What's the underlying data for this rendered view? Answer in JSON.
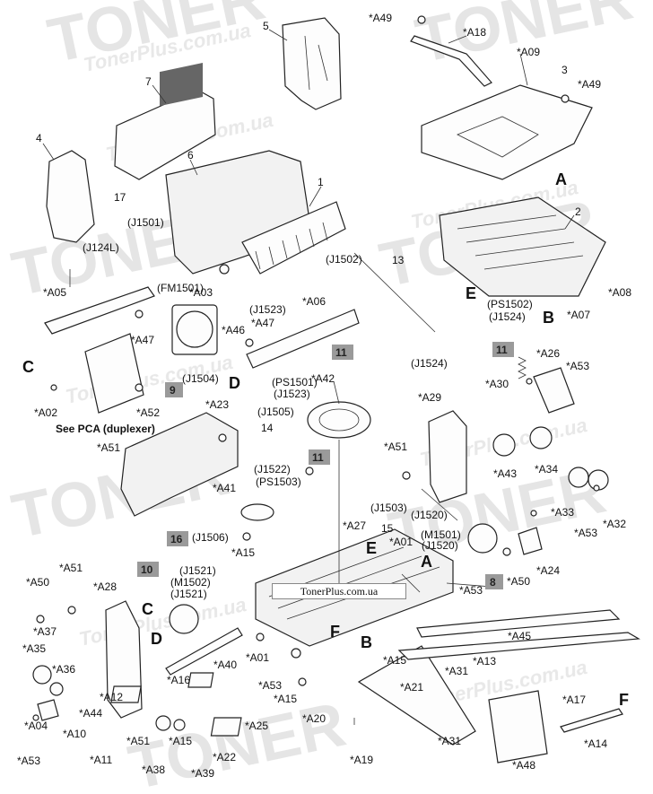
{
  "watermark": {
    "brand": "TONER",
    "site": "TonerPlus.com.ua"
  },
  "center_caption": "TonerPlus.com.ua",
  "part_labels": {
    "n1": "1",
    "n2": "2",
    "n3": "3",
    "n4": "4",
    "n5": "5",
    "n6": "6",
    "n7": "7",
    "n13": "13",
    "n14": "14",
    "n15": "15",
    "n17": "17",
    "A01a": "*A01",
    "A01b": "*A01",
    "A02": "*A02",
    "A03": "*A03",
    "A04": "*A04",
    "A05": "*A05",
    "A06": "*A06",
    "A07": "*A07",
    "A08": "*A08",
    "A09": "*A09",
    "A10": "*A10",
    "A11": "*A11",
    "A12": "*A12",
    "A13": "*A13",
    "A14": "*A14",
    "A15a": "*A15",
    "A15b": "*A15",
    "A15c": "*A15",
    "A15d": "*A15",
    "A16": "*A16",
    "A17": "*A17",
    "A18": "*A18",
    "A19": "*A19",
    "A20": "*A20",
    "A21": "*A21",
    "A22": "*A22",
    "A23": "*A23",
    "A24": "*A24",
    "A25": "*A25",
    "A26": "*A26",
    "A27": "*A27",
    "A28": "*A28",
    "A29": "*A29",
    "A30": "*A30",
    "A31a": "*A31",
    "A31b": "*A31",
    "A32": "*A32",
    "A33": "*A33",
    "A34": "*A34",
    "A35": "*A35",
    "A36": "*A36",
    "A37": "*A37",
    "A38": "*A38",
    "A39": "*A39",
    "A40": "*A40",
    "A41": "*A41",
    "A42": "*A42",
    "A43": "*A43",
    "A44": "*A44",
    "A45": "*A45",
    "A46": "*A46",
    "A47a": "*A47",
    "A47b": "*A47",
    "A48": "*A48",
    "A49a": "*A49",
    "A49b": "*A49",
    "A50a": "*A50",
    "A50b": "*A50",
    "A51a": "*A51",
    "A51b": "*A51",
    "A51c": "*A51",
    "A51d": "*A51",
    "A52": "*A52",
    "A53a": "*A53",
    "A53b": "*A53",
    "A53c": "*A53",
    "A53d": "*A53",
    "A53e": "*A53"
  },
  "connector_labels": {
    "J1501": "(J1501)",
    "J124L": "(J124L)",
    "FM1501": "(FM1501)",
    "J1502": "(J1502)",
    "J1523": "(J1523)",
    "J1504": "(J1504)",
    "PS1502": "(PS1502)",
    "J1524a": "(J1524)",
    "J1524b": "(J1524)",
    "PS1501": "(PS1501)",
    "J1523b": "(J1523)",
    "J1505": "(J1505)",
    "J1522": "(J1522)",
    "PS1503": "(PS1503)",
    "J1503": "(J1503)",
    "J1520a": "(J1520)",
    "M1501": "(M1501)",
    "J1520b": "(J1520)",
    "J1506": "(J1506)",
    "J1521a": "(J1521)",
    "M1502": "(M1502)",
    "J1521b": "(J1521)"
  },
  "letters": {
    "A1": "A",
    "A2": "A",
    "B1": "B",
    "B2": "B",
    "C1": "C",
    "C2": "C",
    "D1": "D",
    "D2": "D",
    "E1": "E",
    "E2": "E",
    "F1": "F",
    "F2": "F"
  },
  "badges": {
    "b8": "8",
    "b9": "9",
    "b10": "10",
    "b11a": "11",
    "b11b": "11",
    "b11c": "11",
    "b16": "16"
  },
  "notes": {
    "see_pca": "See PCA (duplexer)"
  }
}
